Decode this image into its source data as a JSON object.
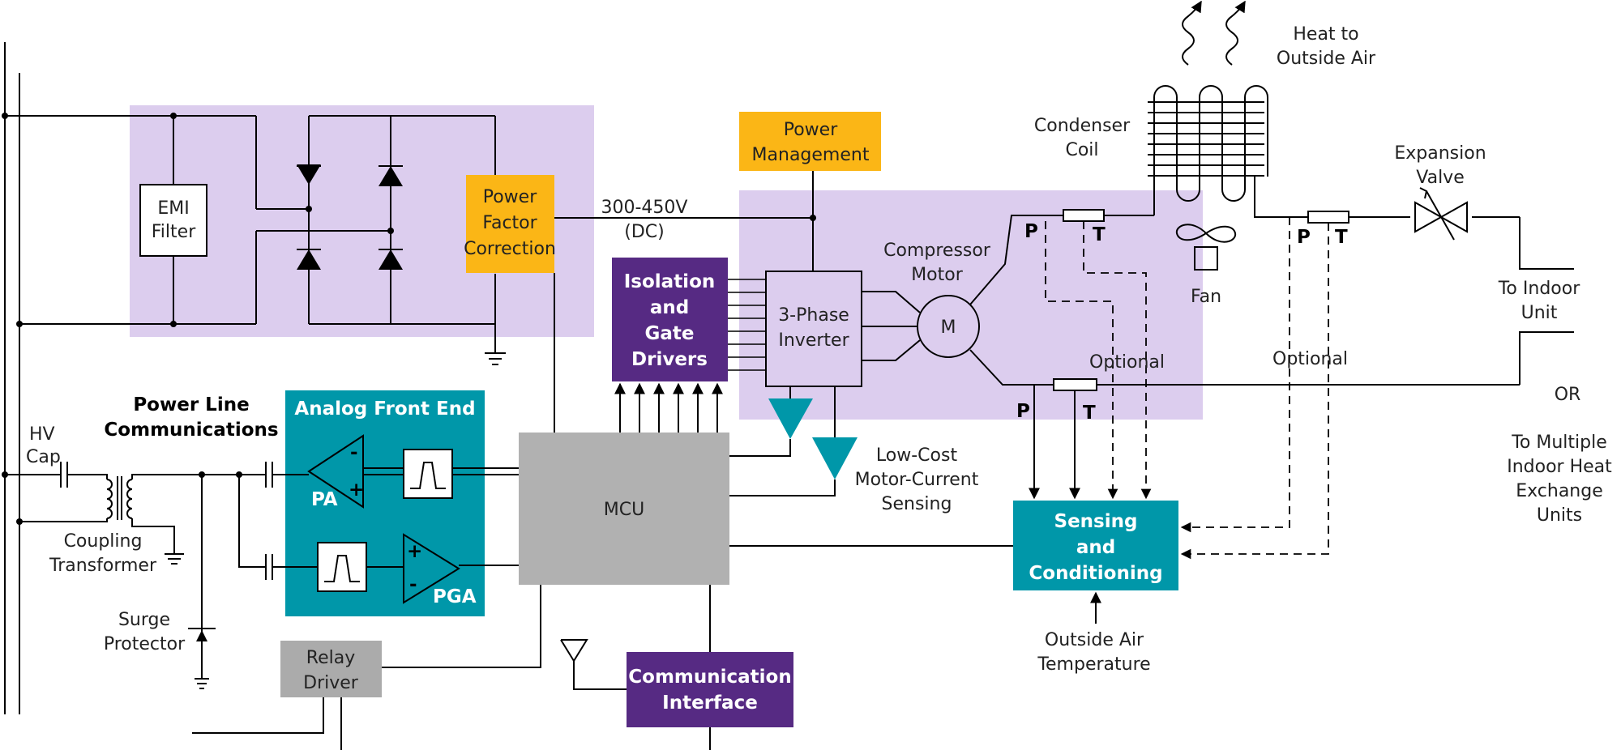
{
  "colors": {
    "region": "#dccdee",
    "orange": "#fbb616",
    "purple": "#562a83",
    "teal": "#0097a9",
    "gray_block": "#ababab",
    "mcu": "#b1b1b1",
    "wire": "#000000"
  },
  "blocks": {
    "emi_filter": [
      "EMI",
      "Filter"
    ],
    "pfc": [
      "Power",
      "Factor",
      "Correction"
    ],
    "power_management": [
      "Power",
      "Management"
    ],
    "isolation": [
      "Isolation",
      "and",
      "Gate",
      "Drivers"
    ],
    "inverter": [
      "3-Phase",
      "Inverter"
    ],
    "motor_symbol": "M",
    "afe_title": "Analog Front End",
    "pa": "PA",
    "pga": "PGA",
    "mcu": "MCU",
    "relay_driver": [
      "Relay",
      "Driver"
    ],
    "comm_interface": [
      "Communication",
      "Interface"
    ],
    "sensing": [
      "Sensing",
      "and",
      "Conditioning"
    ]
  },
  "labels": {
    "dc_voltage": [
      "300-450V",
      "(DC)"
    ],
    "compressor_motor": [
      "Compressor",
      "Motor"
    ],
    "condenser_coil": [
      "Condenser",
      "Coil"
    ],
    "heat_to_outside": [
      "Heat to",
      "Outside Air"
    ],
    "expansion_valve": [
      "Expansion",
      "Valve"
    ],
    "fan": "Fan",
    "to_indoor_unit": [
      "To Indoor",
      "Unit"
    ],
    "or": "OR",
    "to_multiple": [
      "To Multiple",
      "Indoor Heat",
      "Exchange",
      "Units"
    ],
    "optional_1": "Optional",
    "optional_2": "Optional",
    "low_cost_sensing": [
      "Low-Cost",
      "Motor-Current",
      "Sensing"
    ],
    "outside_air_temp": [
      "Outside Air",
      "Temperature"
    ],
    "plc": [
      "Power Line",
      "Communications"
    ],
    "hv_cap": [
      "HV",
      "Cap"
    ],
    "coupling_transformer": [
      "Coupling",
      "Transformer"
    ],
    "surge_protector": [
      "Surge",
      "Protector"
    ],
    "p": "P",
    "t": "T",
    "minus": "-",
    "plus": "+"
  }
}
